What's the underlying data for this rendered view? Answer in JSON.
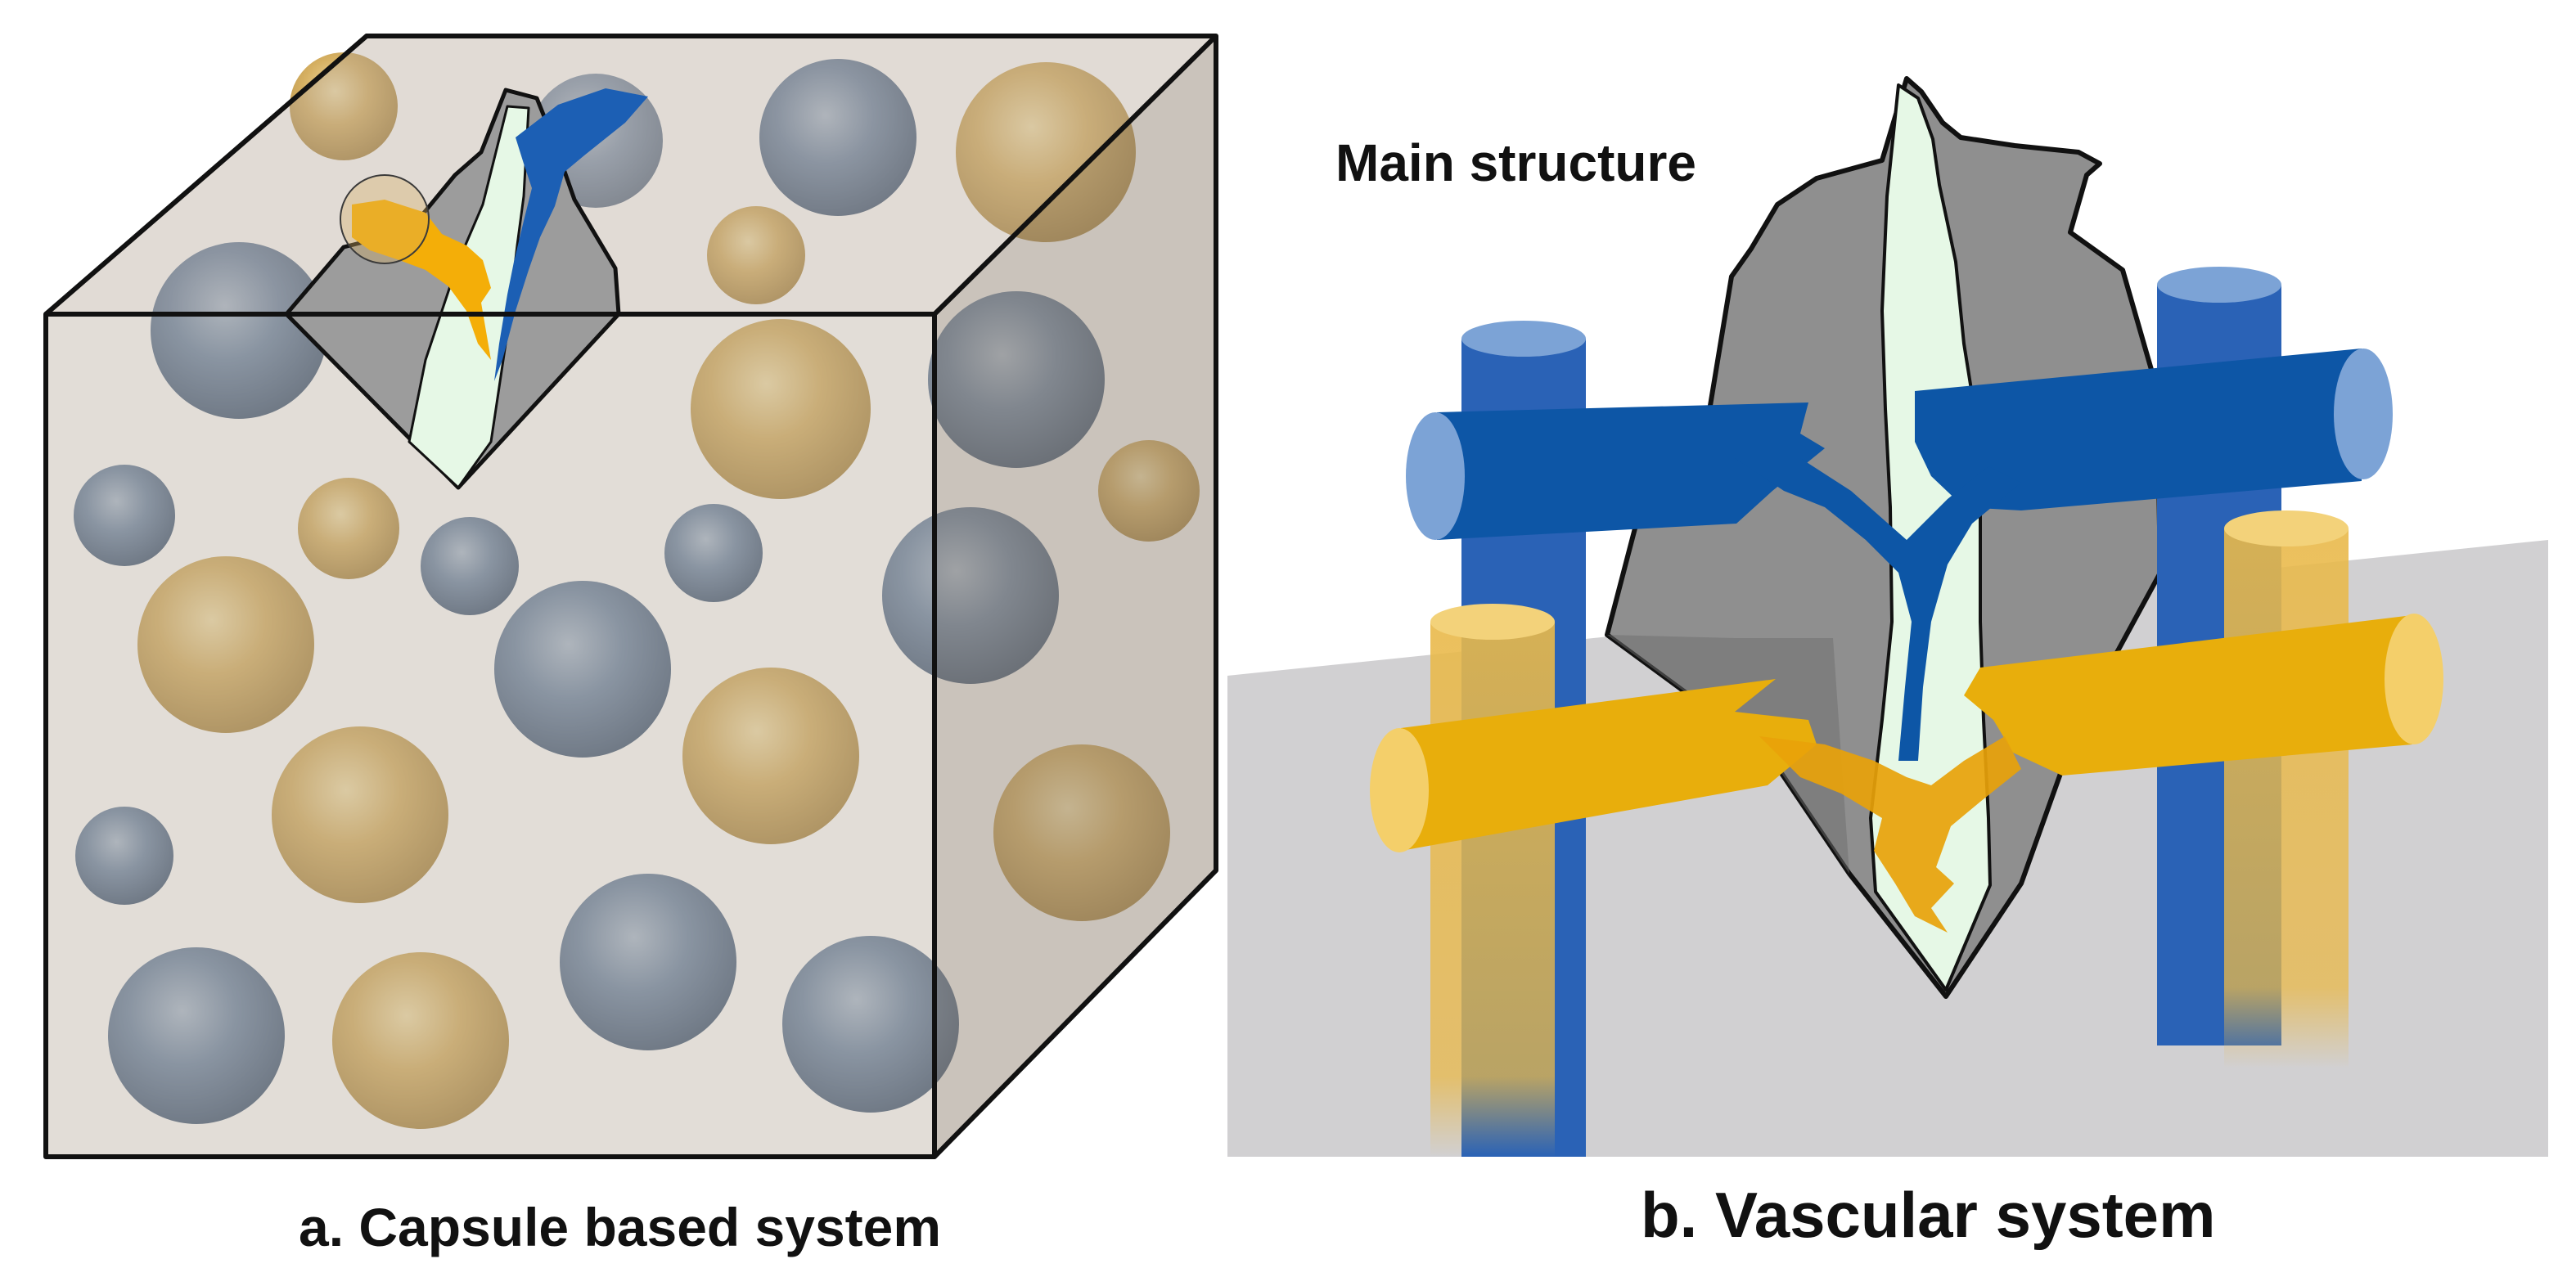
{
  "panel_a": {
    "caption": "a. Capsule based system",
    "capsule_colors": {
      "blue": "#5d7796",
      "gold": "#d2ab5c"
    },
    "matrix_color": "#b7a99a"
  },
  "panel_b": {
    "caption": "b. Vascular system",
    "label_main_structure": "Main structure",
    "vessel_colors": {
      "blue": "#0d56a6",
      "gold": "#e8ae0c"
    },
    "crack_fill": "#e6f8e6"
  }
}
